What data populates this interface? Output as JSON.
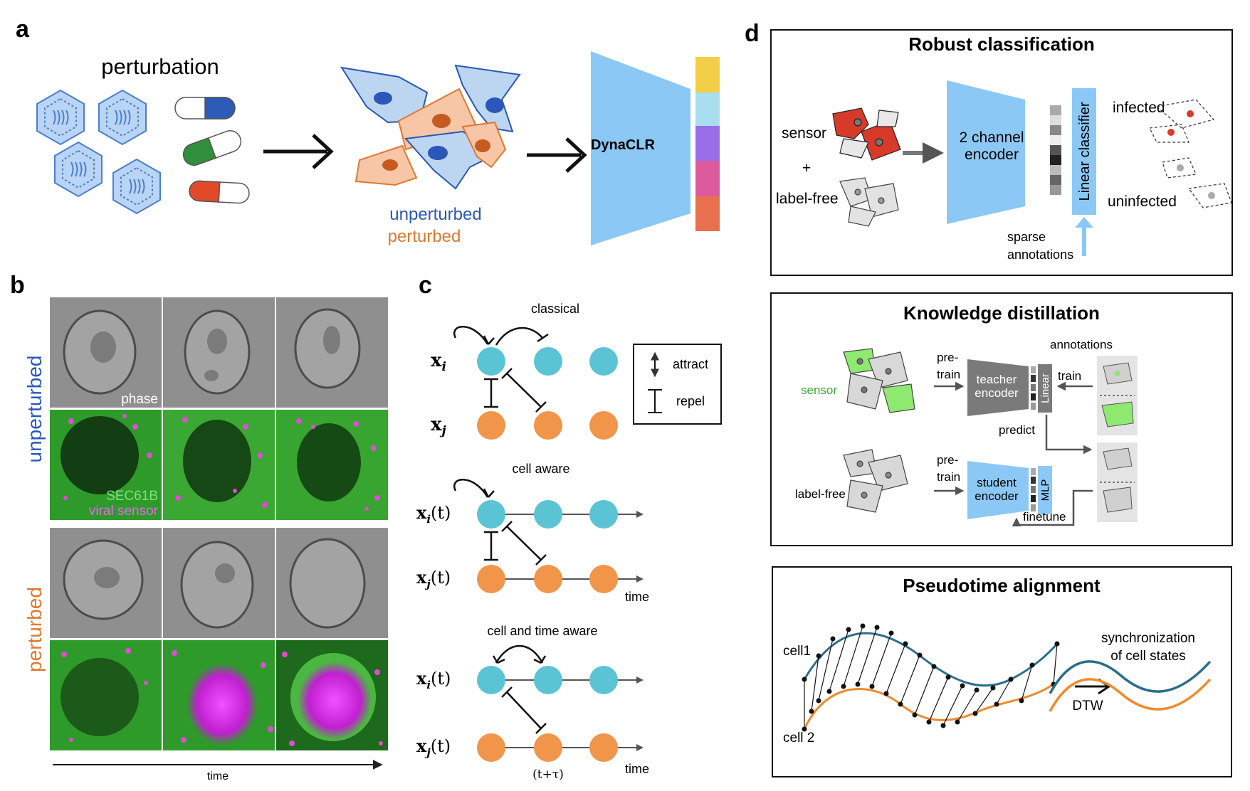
{
  "panels": {
    "a": {
      "letter": "a",
      "perturbation_label": "perturbation",
      "unperturbed_label": "unperturbed",
      "perturbed_label": "perturbed",
      "model_label": "DynaCLR",
      "embedding_colors": [
        "#f2cf47",
        "#a8def0",
        "#9a6ee8",
        "#de5a9e",
        "#e8704e"
      ]
    },
    "b": {
      "letter": "b",
      "row_labels": {
        "unperturbed": "unperturbed",
        "perturbed": "perturbed"
      },
      "phase_label": "phase",
      "channel_labels": {
        "sec61b": "SEC61B",
        "sensor": "viral sensor"
      },
      "time_label": "time"
    },
    "c": {
      "letter": "c",
      "sections": [
        {
          "title": "classical"
        },
        {
          "title": "cell aware"
        },
        {
          "title": "cell and time aware"
        }
      ],
      "legend": {
        "attract": "attract",
        "repel": "repel"
      },
      "math": {
        "xi": "x",
        "xi_sub": "i",
        "xj": "x",
        "xj_sub": "j",
        "xit": "x",
        "xjt": "x",
        "t_arg": "(t)"
      },
      "time_label": "time",
      "tau_label": "(t+τ)"
    },
    "d": {
      "letter": "d",
      "robust": {
        "title": "Robust classification",
        "sensor": "sensor",
        "plus": "+",
        "label_free": "label-free",
        "encoder": [
          "2 channel",
          "encoder"
        ],
        "classifier": "Linear classifier",
        "infected": "infected",
        "uninfected": "uninfected",
        "sparse": [
          "sparse",
          "annotations"
        ]
      },
      "distill": {
        "title": "Knowledge distillation",
        "sensor": "sensor",
        "label_free": "label-free",
        "pretrain1": [
          "pre-",
          "train"
        ],
        "pretrain2": [
          "pre-",
          "train"
        ],
        "teacher": [
          "teacher",
          "encoder"
        ],
        "student": [
          "student",
          "encoder"
        ],
        "linear": "Linear",
        "mlp": "MLP",
        "annotations": "annotations",
        "train": "train",
        "predict": "predict",
        "finetune": "finetune"
      },
      "pseudotime": {
        "title": "Pseudotime alignment",
        "cell1": "cell1",
        "cell2": "cell 2",
        "dtw": "DTW",
        "sync": [
          "synchronization",
          "of cell states"
        ]
      }
    }
  },
  "colors": {
    "cyan_node": "#5bc4d4",
    "orange_node": "#f0954a",
    "encoder_blue": "#8cc8f5",
    "unperturbed_blue": "#2a57b8",
    "perturbed_orange": "#e0782f",
    "cell1_line": "#2a6f8a",
    "cell2_line": "#f08a2a"
  }
}
